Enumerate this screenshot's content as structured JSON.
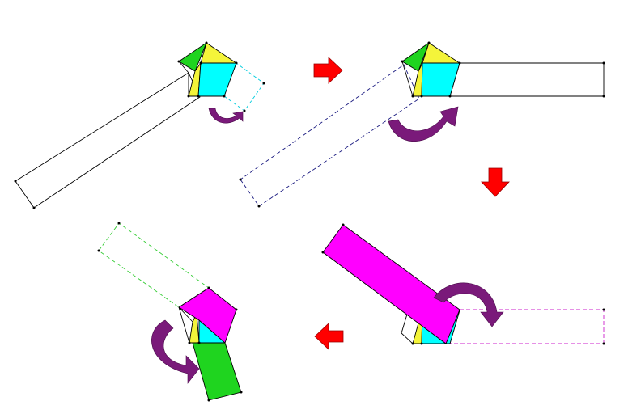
{
  "colors": {
    "green": "#1fd41f",
    "yellow": "#f4f43a",
    "cyan": "#00ffff",
    "magenta": "#ff00ff",
    "outline": "#000000",
    "dashed_cyan": "#00ccdd",
    "dashed_navy": "#1a1a80",
    "dashed_magenta": "#cc22cc",
    "dashed_green": "#33cc33",
    "transition_arrow": "#ff0000",
    "rotation_arrow": "#7a1a7a"
  },
  "steps": [
    {
      "panel": "top-left",
      "description_shapes": [
        "green-triangle",
        "yellow-triangle",
        "cyan-quadrilateral",
        "long-rectangle",
        "dashed-cyan-square",
        "rotation-arrow"
      ]
    },
    {
      "panel": "top-right",
      "description_shapes": [
        "green-triangle",
        "yellow-triangle",
        "cyan-quadrilateral",
        "horizontal-rectangle",
        "dashed-navy-rectangle",
        "rotation-arrow"
      ]
    },
    {
      "panel": "bottom-right",
      "description_shapes": [
        "yellow-triangle",
        "cyan-quadrilateral",
        "magenta-rectangle",
        "dashed-magenta-rectangle",
        "rotation-arrow"
      ]
    },
    {
      "panel": "bottom-left",
      "description_shapes": [
        "yellow-triangle",
        "cyan-quadrilateral",
        "magenta-quadrilateral",
        "green-rectangle",
        "dashed-green-rectangle",
        "rotation-arrow"
      ]
    }
  ],
  "transitions": [
    {
      "from": "top-left",
      "to": "top-right",
      "direction": "right"
    },
    {
      "from": "top-right",
      "to": "bottom-right",
      "direction": "down"
    },
    {
      "from": "bottom-right",
      "to": "bottom-left",
      "direction": "left"
    }
  ]
}
